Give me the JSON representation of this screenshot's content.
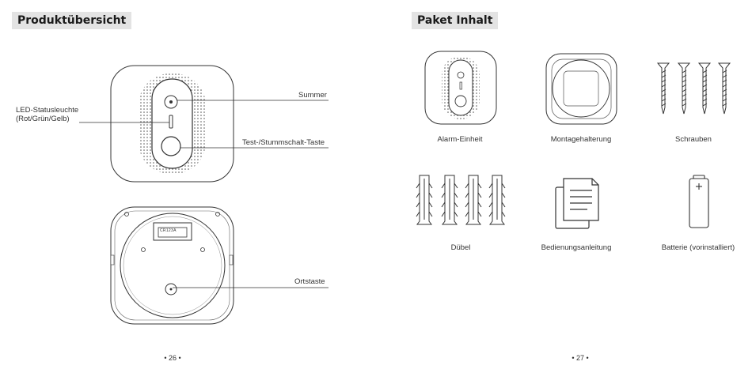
{
  "left_page": {
    "heading": "Produktübersicht",
    "callouts": {
      "led": "LED-Statusleuchte\n(Rot/Grün/Gelb)",
      "buzzer": "Summer",
      "test_button": "Test-/Stummschalt-Taste",
      "locate_button": "Ortstaste"
    },
    "battery_label": "CR123A",
    "page_number": "• 26 •"
  },
  "right_page": {
    "heading": "Paket Inhalt",
    "items": [
      {
        "label": "Alarm-Einheit",
        "icon": "alarm-unit-icon"
      },
      {
        "label": "Montagehalterung",
        "icon": "mounting-bracket-icon"
      },
      {
        "label": "Schrauben",
        "icon": "screws-icon"
      },
      {
        "label": "Dübel",
        "icon": "wall-plugs-icon"
      },
      {
        "label": "Bedienungsanleitung",
        "icon": "manual-icon"
      },
      {
        "label": "Batterie (vorinstalliert)",
        "icon": "battery-icon"
      }
    ],
    "page_number": "• 27 •"
  }
}
